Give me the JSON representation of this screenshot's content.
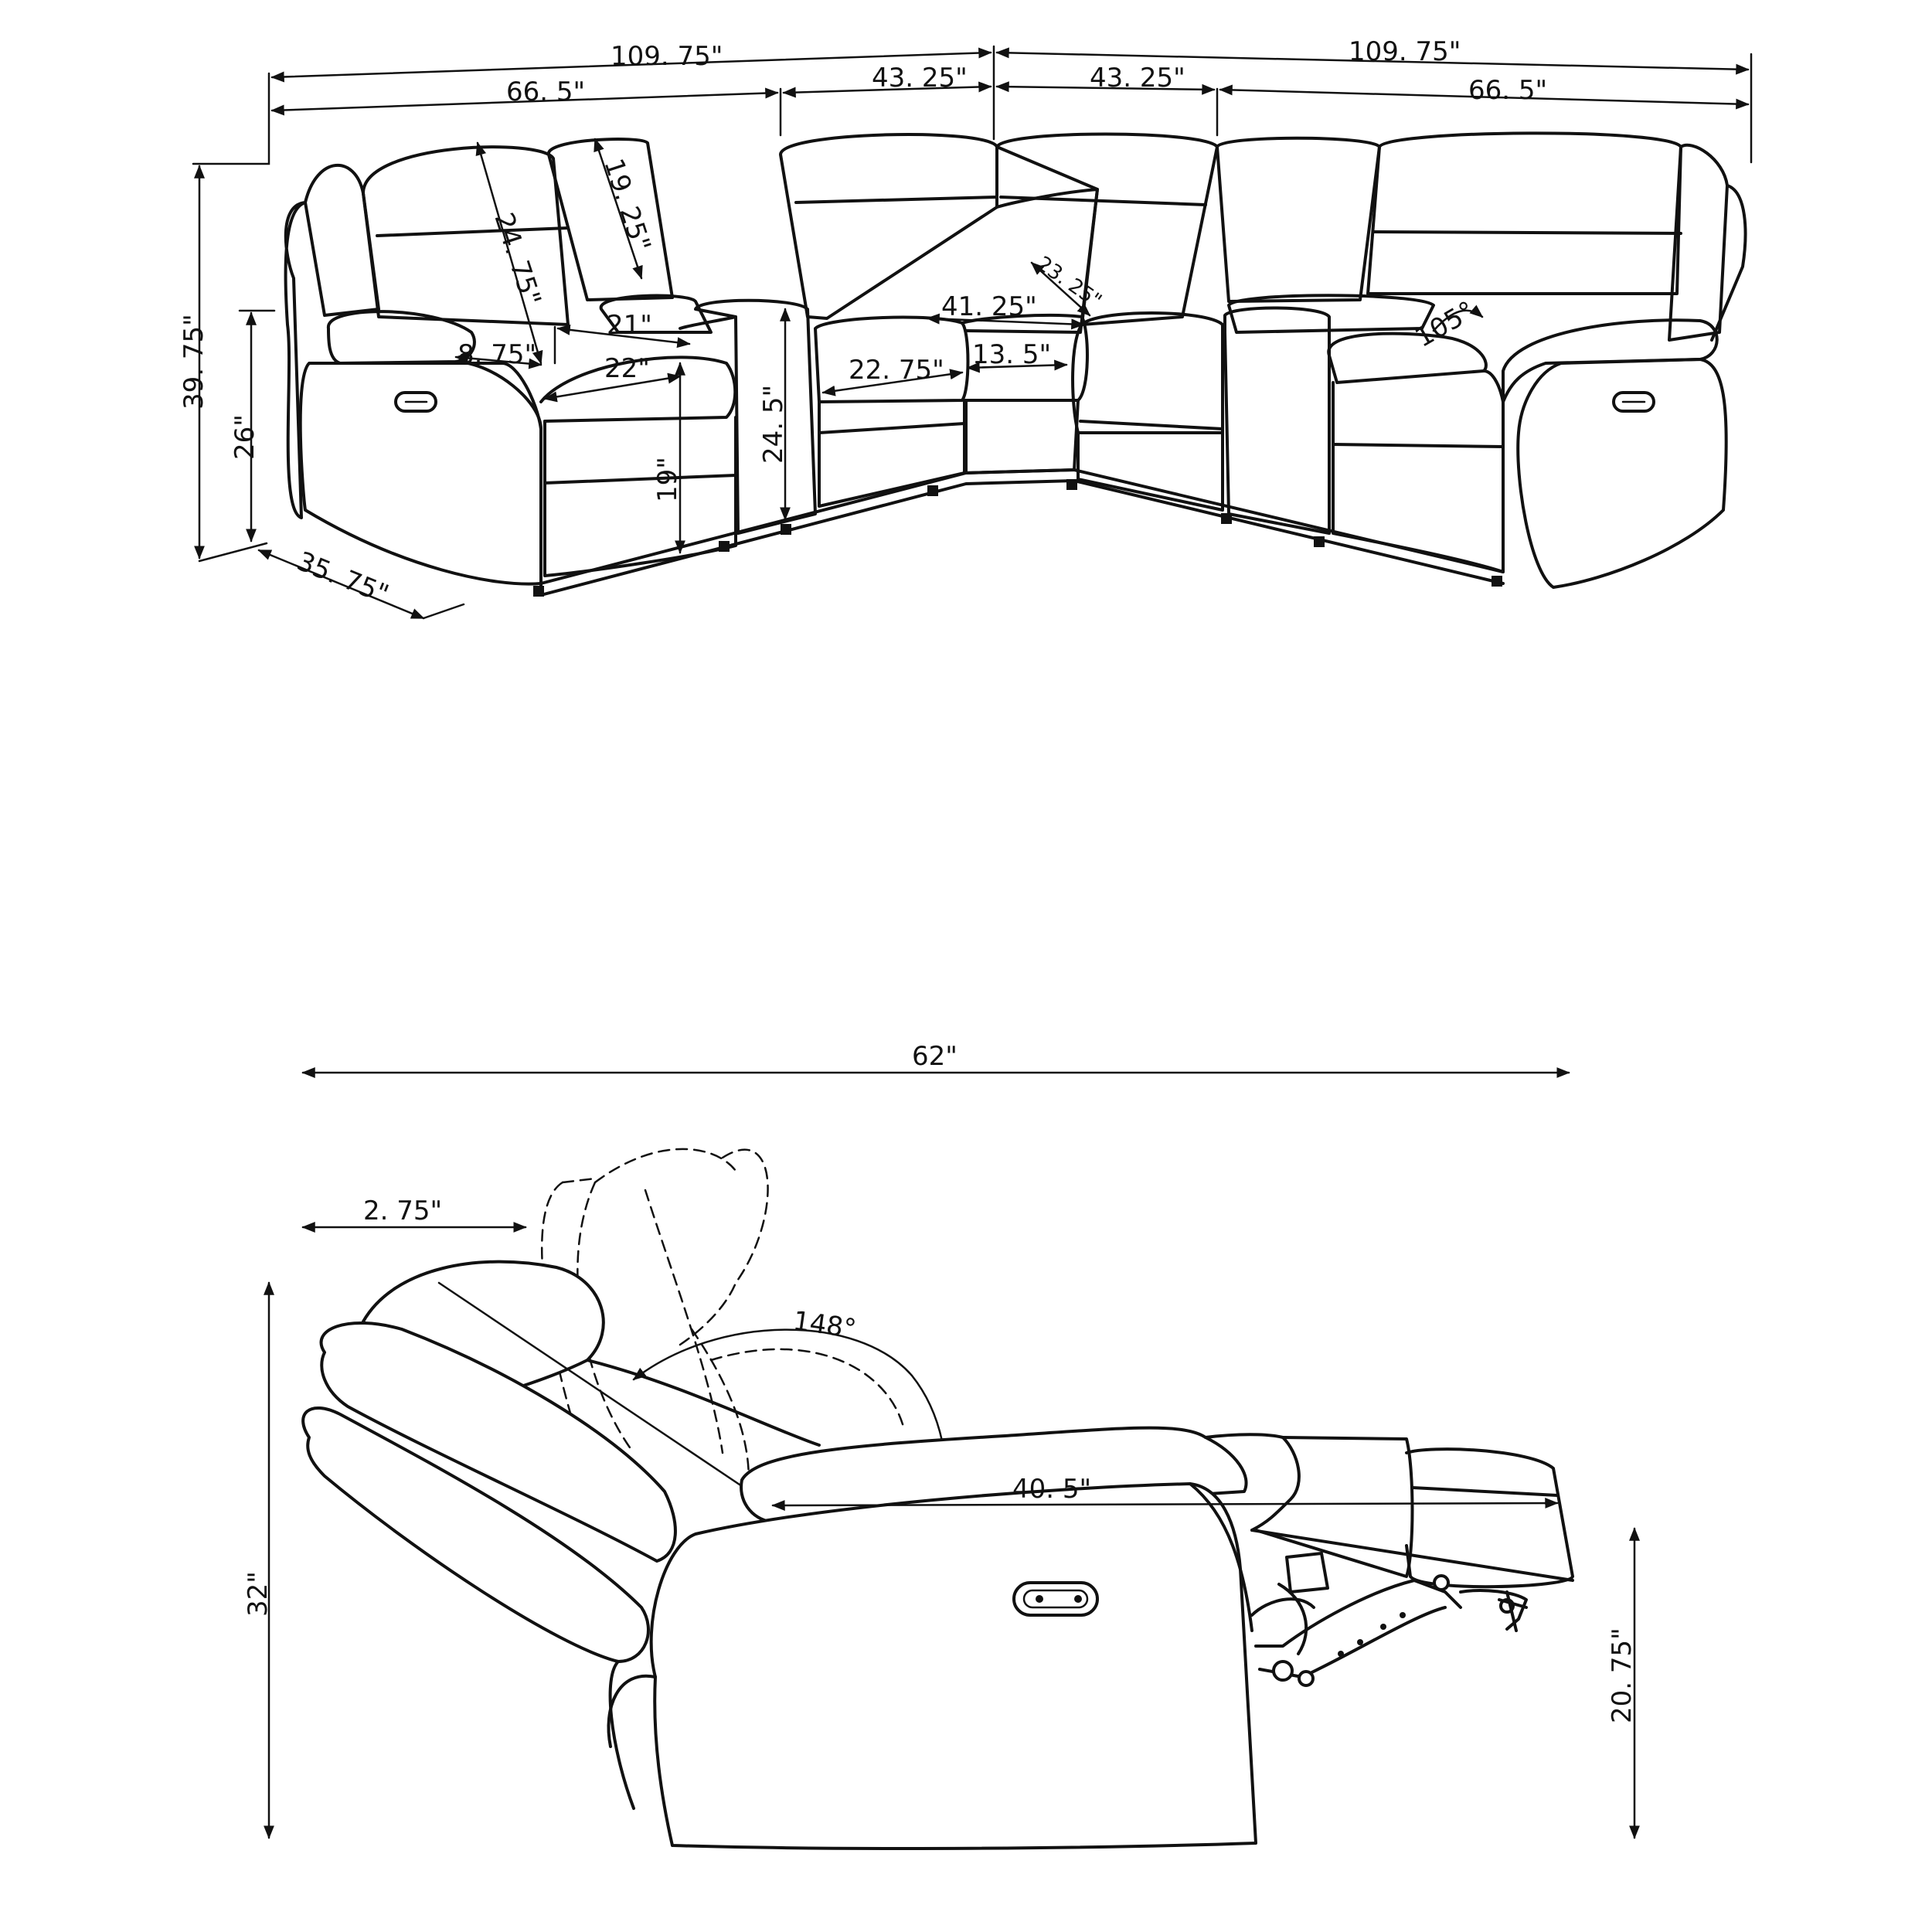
{
  "sectional": {
    "dims": {
      "total_left_width": "109. 75\"",
      "total_right_width": "109. 75\"",
      "left_section_width": "66. 5\"",
      "left_middle_width": "43. 25\"",
      "right_middle_width": "43. 25\"",
      "right_section_width": "66. 5\"",
      "overall_height": "39. 75\"",
      "arm_height": "26\"",
      "depth": "35. 75\"",
      "back_height": "24. 75\"",
      "headrest_height": "19. 25\"",
      "seat_width": "21\"",
      "arm_width": "8. 75\"",
      "seat_depth": "22\"",
      "seat_height": "19\"",
      "console_height": "24. 5\"",
      "wedge_back_width": "41. 25\"",
      "wedge_diag": "23. 25\"",
      "armless_seat_width": "22. 75\"",
      "wedge_seat_width": "13. 5\"",
      "recline_angle": "105°"
    }
  },
  "recliner": {
    "dims": {
      "reclined_length": "62\"",
      "wall_clearance": "2. 75\"",
      "recline_angle": "148°",
      "seat_length": "40. 5\"",
      "height": "32\"",
      "footrest_height": "20. 75\""
    }
  }
}
